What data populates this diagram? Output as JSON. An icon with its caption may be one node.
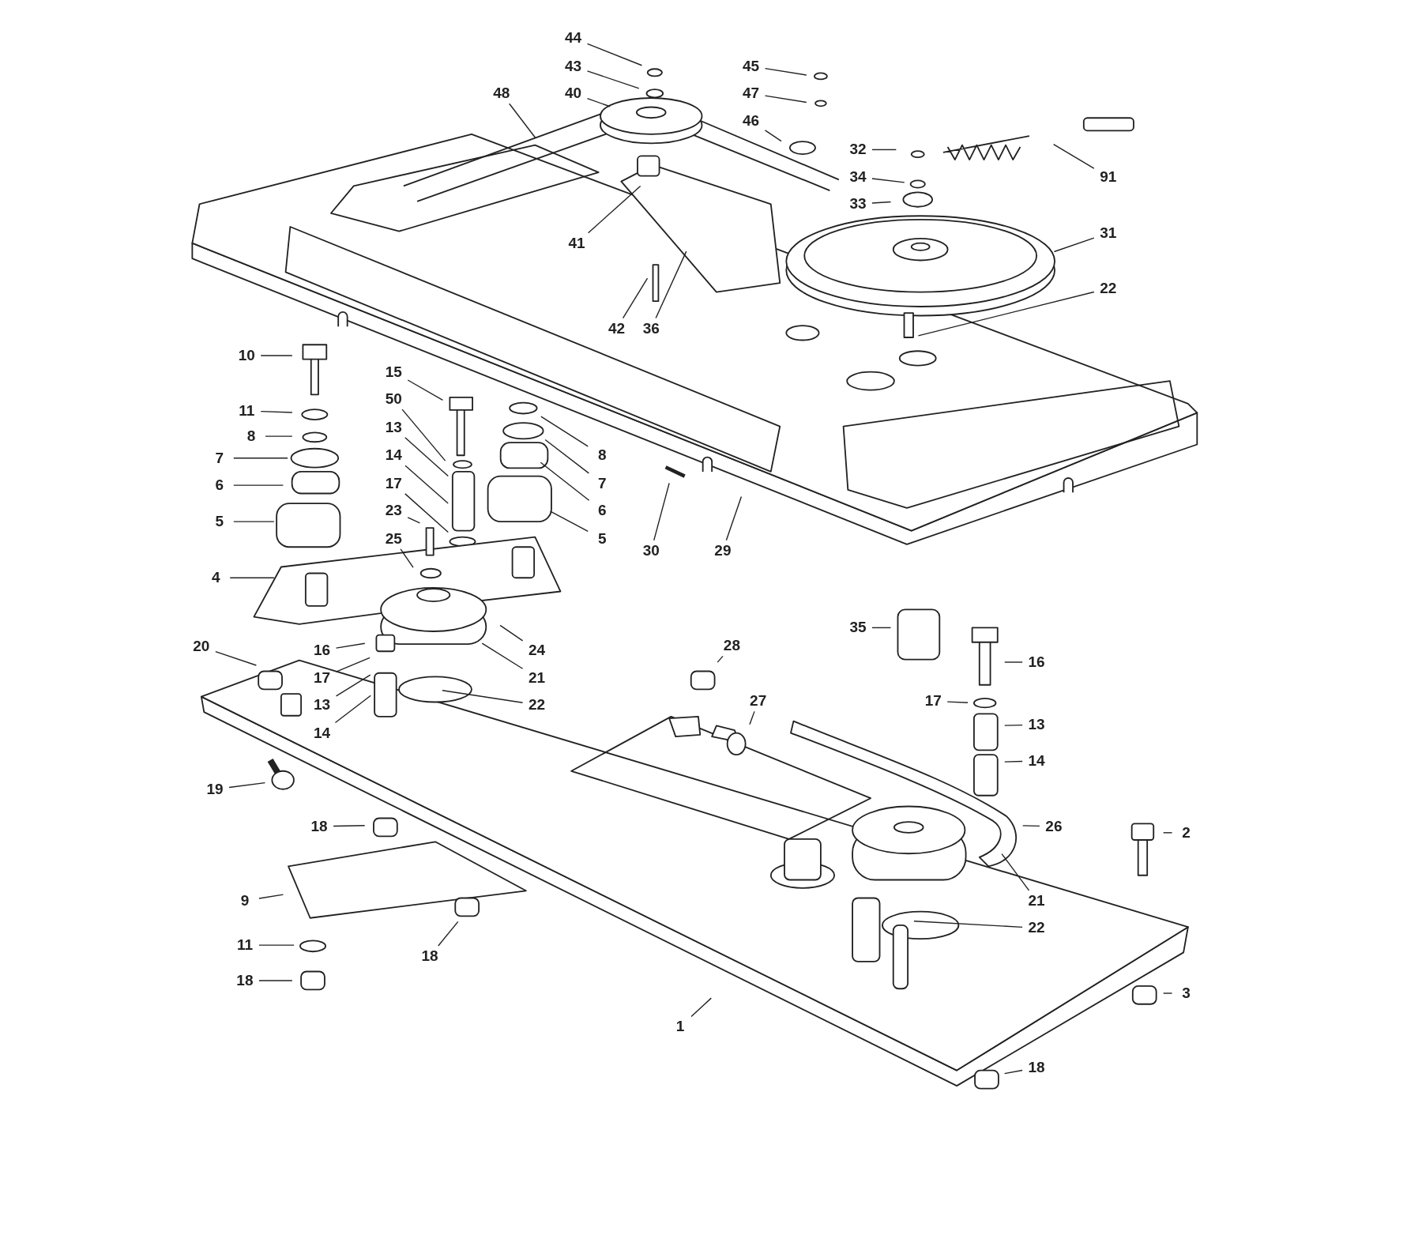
{
  "diagram": {
    "nodes": [
      {
        "text": [
          "44"
        ]
      },
      {
        "text": [
          "43"
        ]
      },
      {
        "text": [
          "40"
        ]
      },
      {
        "text": [
          "48"
        ]
      },
      {
        "text": [
          "45"
        ]
      },
      {
        "text": [
          "47"
        ]
      },
      {
        "text": [
          "46"
        ]
      },
      {
        "text": [
          "32"
        ]
      },
      {
        "text": [
          "34"
        ]
      },
      {
        "text": [
          "33"
        ]
      },
      {
        "text": [
          "91"
        ]
      },
      {
        "text": [
          "31"
        ]
      },
      {
        "text": [
          "22"
        ]
      },
      {
        "text": [
          "41"
        ]
      },
      {
        "text": [
          "42"
        ]
      },
      {
        "text": [
          "36"
        ]
      },
      {
        "text": [
          "10"
        ]
      },
      {
        "text": [
          "11"
        ]
      },
      {
        "text": [
          "8"
        ]
      },
      {
        "text": [
          "7"
        ]
      },
      {
        "text": [
          "6"
        ]
      },
      {
        "text": [
          "5"
        ]
      },
      {
        "text": [
          "15"
        ]
      },
      {
        "text": [
          "50"
        ]
      },
      {
        "text": [
          "13"
        ]
      },
      {
        "text": [
          "14"
        ]
      },
      {
        "text": [
          "17"
        ]
      },
      {
        "text": [
          "23"
        ]
      },
      {
        "text": [
          "25"
        ]
      },
      {
        "text": [
          "4"
        ]
      },
      {
        "text": [
          "8"
        ]
      },
      {
        "text": [
          "7"
        ]
      },
      {
        "text": [
          "6"
        ]
      },
      {
        "text": [
          "5"
        ]
      },
      {
        "text": [
          "30"
        ]
      },
      {
        "text": [
          "29"
        ]
      },
      {
        "text": [
          "35"
        ]
      },
      {
        "text": [
          "28"
        ]
      },
      {
        "text": [
          "27"
        ]
      },
      {
        "text": [
          "16"
        ]
      },
      {
        "text": [
          "17"
        ]
      },
      {
        "text": [
          "13"
        ]
      },
      {
        "text": [
          "14"
        ]
      },
      {
        "text": [
          "26"
        ]
      },
      {
        "text": [
          "2"
        ]
      },
      {
        "text": [
          "21"
        ]
      },
      {
        "text": [
          "22"
        ]
      },
      {
        "text": [
          "3"
        ]
      },
      {
        "text": [
          "18"
        ]
      },
      {
        "text": [
          "1"
        ]
      },
      {
        "text": [
          "20"
        ]
      },
      {
        "text": [
          "16"
        ]
      },
      {
        "text": [
          "17"
        ]
      },
      {
        "text": [
          "13"
        ]
      },
      {
        "text": [
          "14"
        ]
      },
      {
        "text": [
          "24"
        ]
      },
      {
        "text": [
          "21"
        ]
      },
      {
        "text": [
          "22"
        ]
      },
      {
        "text": [
          "19"
        ]
      },
      {
        "text": [
          "18"
        ]
      },
      {
        "text": [
          "9"
        ]
      },
      {
        "text": [
          "11"
        ]
      },
      {
        "text": [
          "18"
        ]
      },
      {
        "text": [
          "18"
        ]
      }
    ],
    "edges": [
      {
        "from": 0,
        "to": null,
        "arrow": "none"
      },
      {
        "from": 1,
        "to": null,
        "arrow": "none"
      },
      {
        "from": 2,
        "to": null,
        "arrow": "none"
      },
      {
        "from": 3,
        "to": null,
        "arrow": "none"
      },
      {
        "from": 4,
        "to": null,
        "arrow": "none"
      },
      {
        "from": 5,
        "to": null,
        "arrow": "none"
      },
      {
        "from": 6,
        "to": null,
        "arrow": "none"
      },
      {
        "from": 7,
        "to": null,
        "arrow": "none"
      },
      {
        "from": 8,
        "to": null,
        "arrow": "none"
      },
      {
        "from": 9,
        "to": null,
        "arrow": "none"
      },
      {
        "from": 10,
        "to": null,
        "arrow": "none"
      },
      {
        "from": 11,
        "to": null,
        "arrow": "none"
      },
      {
        "from": 12,
        "to": null,
        "arrow": "none"
      },
      {
        "from": 13,
        "to": null,
        "arrow": "none"
      },
      {
        "from": 14,
        "to": null,
        "arrow": "none"
      },
      {
        "from": 15,
        "to": null,
        "arrow": "none"
      },
      {
        "from": 16,
        "to": null,
        "arrow": "none"
      },
      {
        "from": 17,
        "to": null,
        "arrow": "none"
      },
      {
        "from": 18,
        "to": null,
        "arrow": "none"
      },
      {
        "from": 19,
        "to": null,
        "arrow": "none"
      },
      {
        "from": 20,
        "to": null,
        "arrow": "none"
      },
      {
        "from": 21,
        "to": null,
        "arrow": "none"
      },
      {
        "from": 22,
        "to": null,
        "arrow": "none"
      },
      {
        "from": 23,
        "to": null,
        "arrow": "none"
      },
      {
        "from": 24,
        "to": null,
        "arrow": "none"
      },
      {
        "from": 25,
        "to": null,
        "arrow": "none"
      },
      {
        "from": 26,
        "to": null,
        "arrow": "none"
      },
      {
        "from": 27,
        "to": null,
        "arrow": "none"
      },
      {
        "from": 28,
        "to": null,
        "arrow": "none"
      },
      {
        "from": 29,
        "to": null,
        "arrow": "none"
      },
      {
        "from": 30,
        "to": null,
        "arrow": "none"
      },
      {
        "from": 31,
        "to": null,
        "arrow": "none"
      },
      {
        "from": 32,
        "to": null,
        "arrow": "none"
      },
      {
        "from": 33,
        "to": null,
        "arrow": "none"
      },
      {
        "from": 34,
        "to": null,
        "arrow": "none"
      },
      {
        "from": 35,
        "to": null,
        "arrow": "none"
      },
      {
        "from": 36,
        "to": null,
        "arrow": "none"
      },
      {
        "from": 37,
        "to": null,
        "arrow": "none"
      },
      {
        "from": 38,
        "to": null,
        "arrow": "none"
      },
      {
        "from": 39,
        "to": null,
        "arrow": "none"
      },
      {
        "from": 40,
        "to": null,
        "arrow": "none"
      },
      {
        "from": 41,
        "to": null,
        "arrow": "none"
      },
      {
        "from": 42,
        "to": null,
        "arrow": "none"
      },
      {
        "from": 43,
        "to": null,
        "arrow": "none"
      },
      {
        "from": 44,
        "to": null,
        "arrow": "none"
      },
      {
        "from": 45,
        "to": null,
        "arrow": "none"
      },
      {
        "from": 46,
        "to": null,
        "arrow": "none"
      },
      {
        "from": 47,
        "to": null,
        "arrow": "none"
      },
      {
        "from": 48,
        "to": null,
        "arrow": "none"
      },
      {
        "from": 49,
        "to": null,
        "arrow": "none"
      },
      {
        "from": 50,
        "to": null,
        "arrow": "none"
      },
      {
        "from": 51,
        "to": null,
        "arrow": "none"
      },
      {
        "from": 52,
        "to": null,
        "arrow": "none"
      },
      {
        "from": 53,
        "to": null,
        "arrow": "none"
      },
      {
        "from": 54,
        "to": null,
        "arrow": "none"
      },
      {
        "from": 55,
        "to": null,
        "arrow": "none"
      },
      {
        "from": 56,
        "to": null,
        "arrow": "none"
      },
      {
        "from": 57,
        "to": null,
        "arrow": "none"
      },
      {
        "from": 58,
        "to": null,
        "arrow": "none"
      },
      {
        "from": 59,
        "to": null,
        "arrow": "none"
      },
      {
        "from": 60,
        "to": null,
        "arrow": "none"
      },
      {
        "from": 61,
        "to": null,
        "arrow": "none"
      },
      {
        "from": 62,
        "to": null,
        "arrow": "none"
      },
      {
        "from": 63,
        "to": null,
        "arrow": "none"
      }
    ]
  }
}
